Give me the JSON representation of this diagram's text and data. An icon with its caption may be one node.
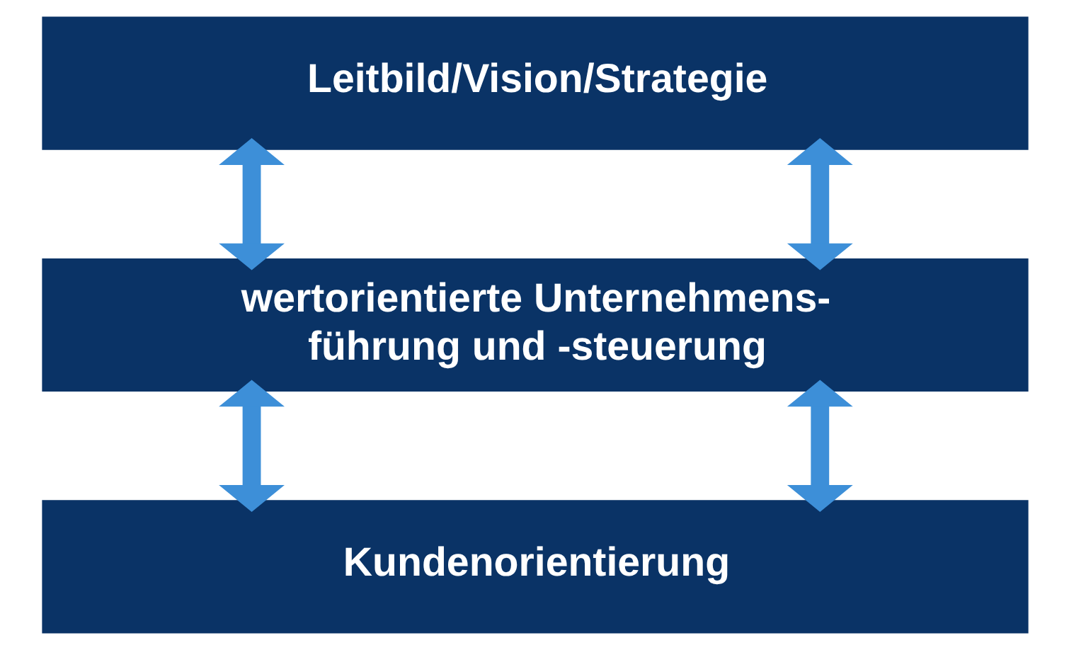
{
  "diagram": {
    "nodes": [
      {
        "text": [
          "Leitbild/Vision/Strategie"
        ]
      },
      {
        "text": [
          "wertorientierte Unternehmens- führung und -steuerung"
        ]
      },
      {
        "text": [
          "Kundenorientierung"
        ]
      }
    ],
    "edges": [
      {
        "from": 0,
        "to": 1,
        "arrow": "both"
      },
      {
        "from": 0,
        "to": 1,
        "arrow": "both"
      },
      {
        "from": 1,
        "to": 2,
        "arrow": "both"
      },
      {
        "from": 1,
        "to": 2,
        "arrow": "both"
      }
    ]
  }
}
